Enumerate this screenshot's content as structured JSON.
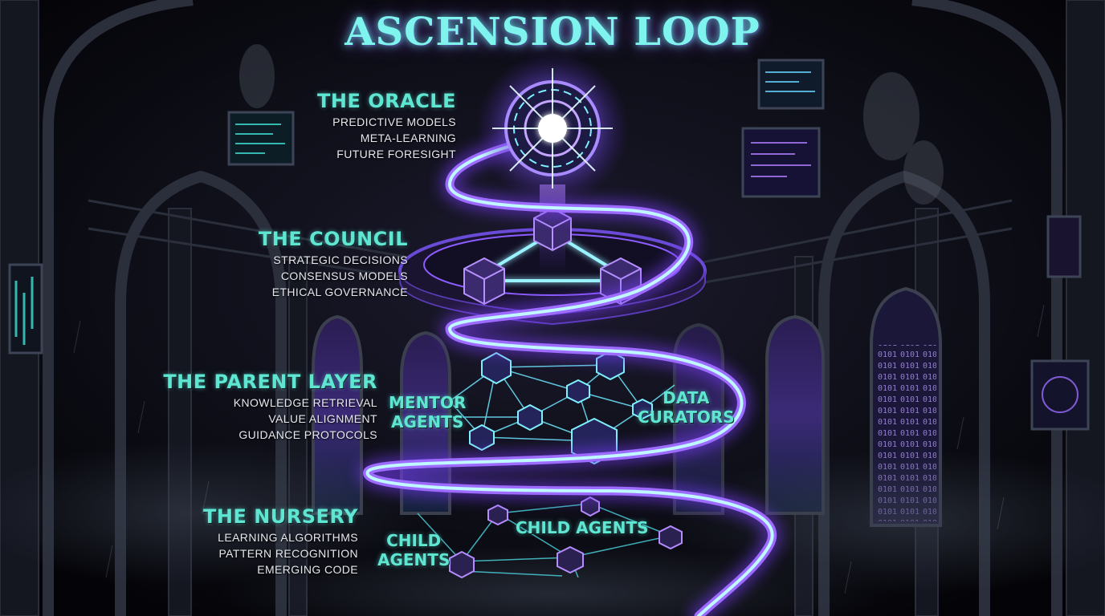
{
  "title": "ASCENSION LOOP",
  "colors": {
    "heading": "#5fe6d3",
    "title": "#7ff3ee",
    "spiral_outer": "#8a4dff",
    "spiral_inner": "#9ff6ff",
    "violet": "#a55cff",
    "cyan": "#38f0e6"
  },
  "tiers": [
    {
      "name": "THE ORACLE",
      "lines": [
        "PREDICTIVE MODELS",
        "META-LEARNING",
        "FUTURE FORESIGHT"
      ]
    },
    {
      "name": "THE COUNCIL",
      "lines": [
        "STRATEGIC DECISIONS",
        "CONSENSUS MODELS",
        "ETHICAL GOVERNANCE"
      ]
    },
    {
      "name": "THE PARENT LAYER",
      "lines": [
        "KNOWLEDGE RETRIEVAL",
        "VALUE ALIGNMENT",
        "GUIDANCE PROTOCOLS"
      ]
    },
    {
      "name": "THE NURSERY",
      "lines": [
        "LEARNING ALGORITHMS",
        "PATTERN RECOGNITION",
        "EMERGING CODE"
      ]
    }
  ],
  "node_labels": {
    "mentor": [
      "MENTOR",
      "AGENTS"
    ],
    "curators": [
      "DATA",
      "CURATORS"
    ],
    "child_right": [
      "CHILD AGENTS"
    ],
    "child_left": [
      "CHILD",
      "AGENTS"
    ]
  }
}
